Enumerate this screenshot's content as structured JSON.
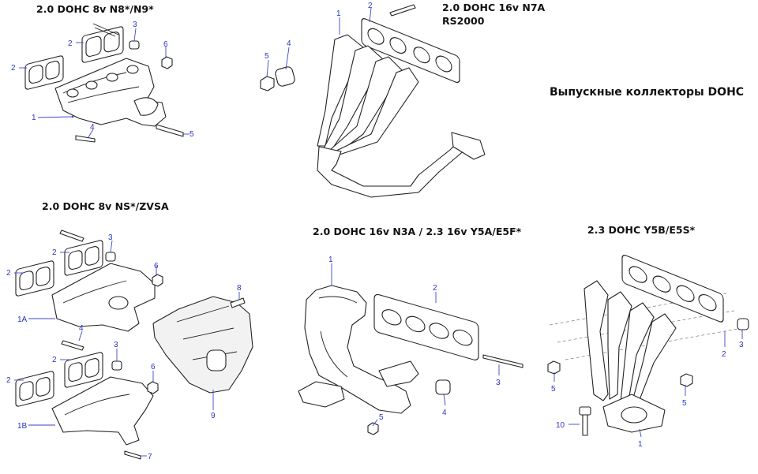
{
  "main_title": "Выпускные коллекторы DOHC",
  "panels": {
    "p1": {
      "title": "2.0 DOHC 8v N8*/N9*"
    },
    "p2": {
      "title_line1": "2.0 DOHC 16v N7A",
      "title_line2": "RS2000"
    },
    "p3": {
      "title": "2.0 DOHC 8v NS*/ZVSA"
    },
    "p4": {
      "title": "2.0 DOHC 16v N3A / 2.3 16v Y5A/E5F*"
    },
    "p5": {
      "title": "2.3 DOHC Y5B/E5S*"
    }
  },
  "callouts": {
    "p1": [
      "1",
      "2",
      "2",
      "3",
      "4",
      "5",
      "6"
    ],
    "p2": [
      "1",
      "2",
      "4",
      "5"
    ],
    "p3": [
      "1A",
      "2",
      "2",
      "3",
      "4",
      "6",
      "2",
      "2",
      "3",
      "1B",
      "6",
      "7",
      "8",
      "9"
    ],
    "p4": [
      "1",
      "2",
      "3",
      "4",
      "5"
    ],
    "p5": [
      "1",
      "2",
      "3",
      "5",
      "5",
      "10"
    ]
  }
}
